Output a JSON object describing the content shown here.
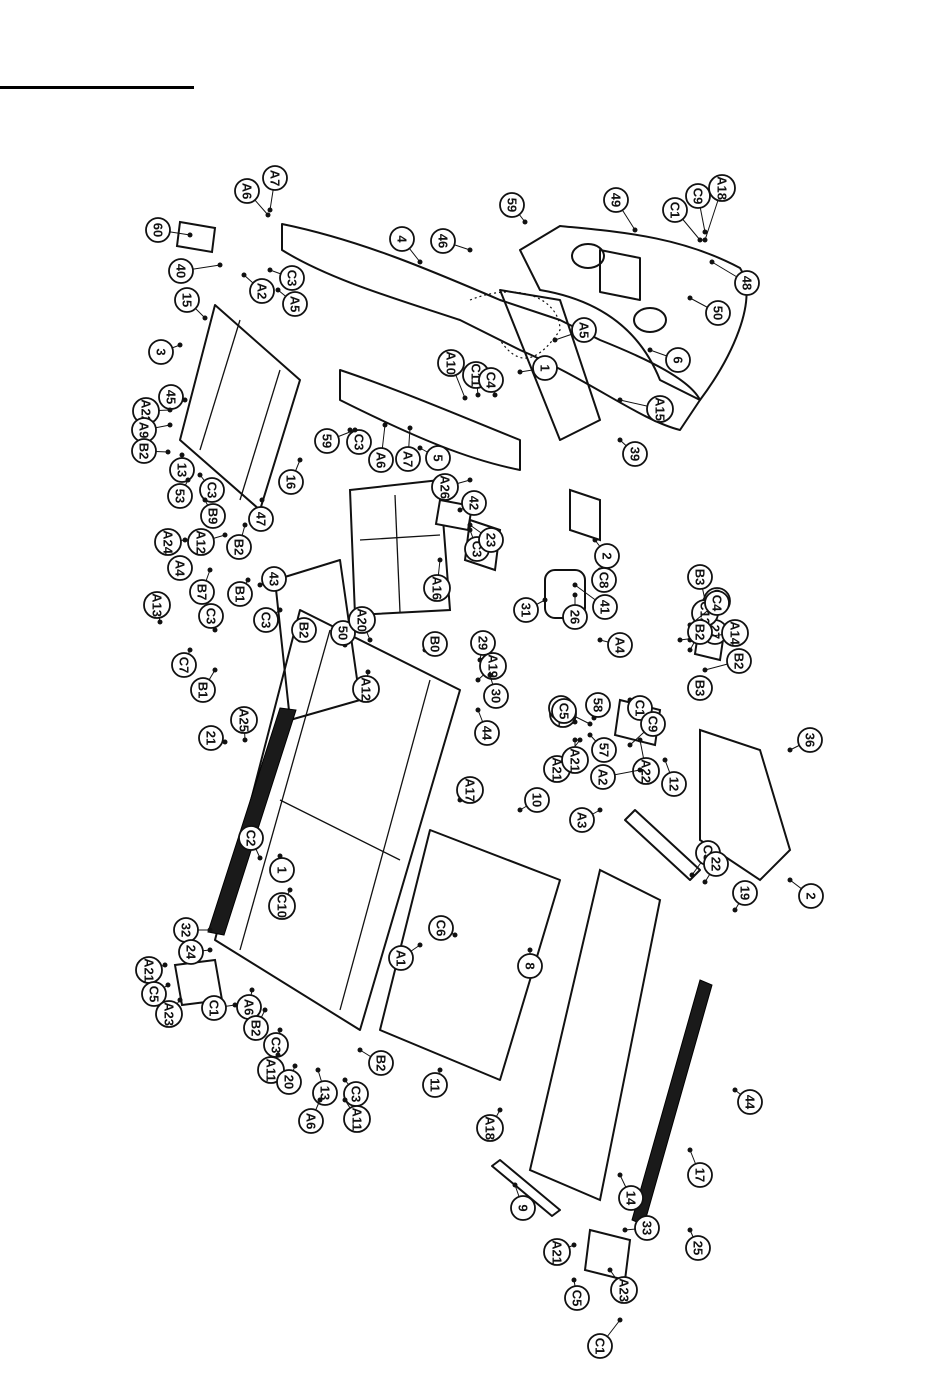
{
  "diagram": {
    "callouts": [
      "A7",
      "A6",
      "4",
      "59",
      "49",
      "C1",
      "C9",
      "A18",
      "60",
      "40",
      "A2",
      "C3",
      "A5",
      "46",
      "48",
      "50",
      "15",
      "A5",
      "6",
      "3",
      "A10",
      "C11",
      "C4",
      "1",
      "45",
      "A22",
      "A9",
      "5",
      "C3",
      "A6",
      "A7",
      "B2",
      "13",
      "53",
      "C3",
      "B9",
      "16",
      "A15",
      "39",
      "59",
      "A26",
      "42",
      "A24",
      "A12",
      "B2",
      "C3",
      "47",
      "A4",
      "43",
      "2",
      "C8",
      "B7",
      "B1",
      "A16",
      "23",
      "41",
      "B3",
      "A13",
      "C12",
      "27",
      "A14",
      "C3",
      "B2",
      "B2",
      "C3",
      "50",
      "31",
      "C12",
      "C7",
      "B1",
      "A20",
      "B0",
      "A4",
      "26",
      "C4",
      "A12",
      "29",
      "A19",
      "30",
      "B3",
      "B2",
      "44",
      "A25",
      "21",
      "A21",
      "51",
      "58",
      "C1",
      "57",
      "A21",
      "C5",
      "A21",
      "C9",
      "A22",
      "36",
      "A2",
      "12",
      "A17",
      "10",
      "A3",
      "C3",
      "22",
      "2",
      "C2",
      "1",
      "C10",
      "C6",
      "A1",
      "8",
      "19",
      "32",
      "24",
      "A21",
      "C5",
      "A23",
      "C1",
      "A6",
      "B2",
      "C3",
      "A11",
      "B2",
      "20",
      "13",
      "A6",
      "C3",
      "A11",
      "11",
      "A18",
      "14",
      "44",
      "9",
      "17",
      "33",
      "25",
      "A21",
      "C5",
      "A23",
      "C1"
    ]
  }
}
